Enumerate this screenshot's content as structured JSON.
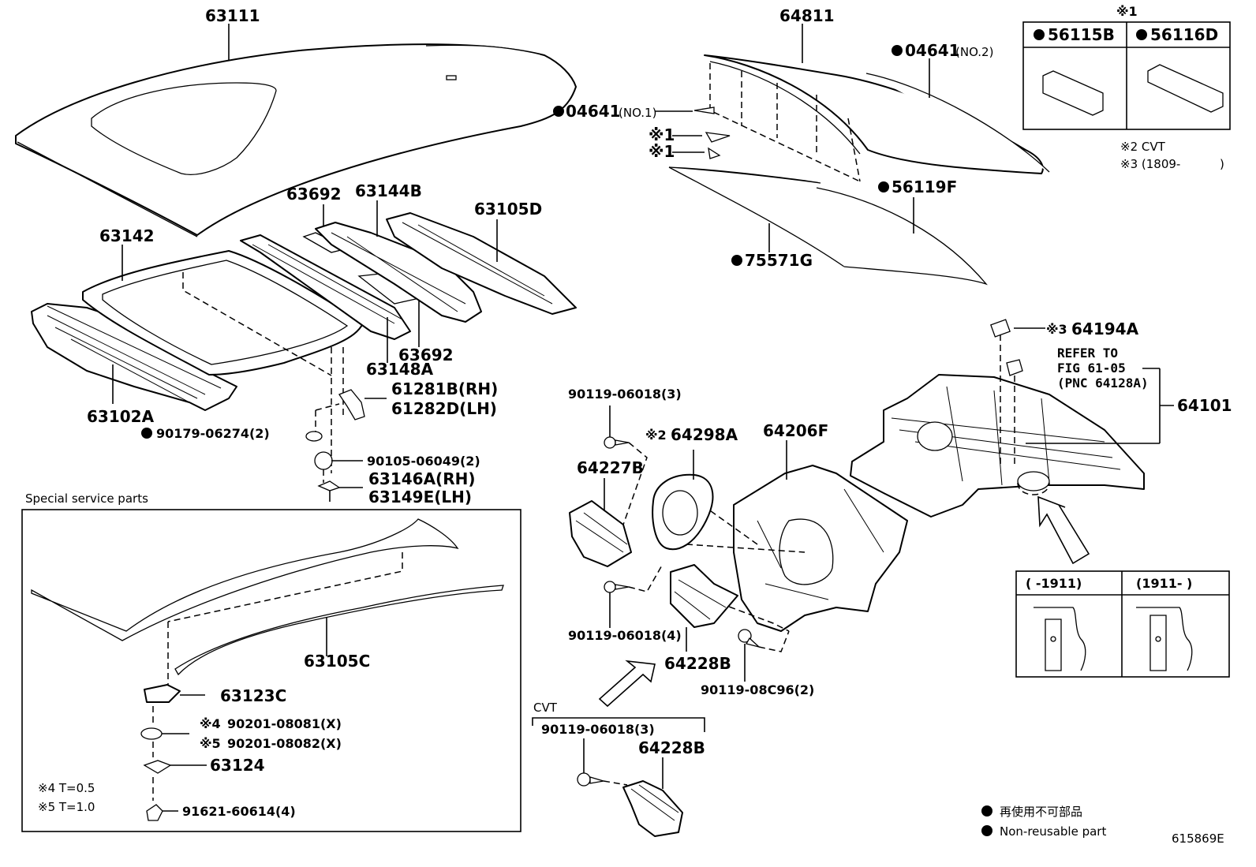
{
  "labels": {
    "p63111": "63111",
    "p64811": "64811",
    "p04641_no2": "04641",
    "p04641_no2_suffix": "(NO.2)",
    "p04641_no1": "04641",
    "p04641_no1_suffix": "(NO.1)",
    "mark1a": "※1",
    "mark1b": "※1",
    "p56119f": "56119F",
    "p75571g": "75571G",
    "p63692_top": "63692",
    "p63144b": "63144B",
    "p63105d": "63105D",
    "p63142": "63142",
    "p63692_bot": "63692",
    "p63148a": "63148A",
    "p63102a": "63102A",
    "p61281b": "61281B(RH)",
    "p61282d": "61282D(LH)",
    "p90179": "90179-06274(2)",
    "p90105": "90105-06049(2)",
    "p63146a": "63146A(RH)",
    "p63149e": "63149E(LH)",
    "p64194a": "64194A",
    "mark3": "※3",
    "refer1": "REFER TO",
    "refer2": "FIG 61-05",
    "refer3": "(PNC 64128A)",
    "p64101": "64101",
    "p90119_3_top": "90119-06018(3)",
    "mark2": "※2",
    "p64298a": "64298A",
    "p64206f": "64206F",
    "p64227b": "64227B",
    "p90119_4": "90119-06018(4)",
    "p64228b": "64228B",
    "p90119_08c96": "90119-08C96(2)",
    "cvt_title": "CVT",
    "cvt_p90119": "90119-06018(3)",
    "cvt_p64228b": "64228B",
    "ssp_title": "Special service parts",
    "p63105c": "63105C",
    "p63123c": "63123C",
    "p90201_08081": "90201-08081(X)",
    "mark4": "※4",
    "p90201_08082": "90201-08082(X)",
    "mark5": "※5",
    "p63124": "63124",
    "p91621": "91621-60614(4)",
    "note4": "※4 T=0.5",
    "note5": "※5 T=1.0"
  },
  "inset_top": {
    "mark": "※1",
    "col1": "56115B",
    "col2": "56116D"
  },
  "notes": {
    "cvt": "※2 CVT",
    "n3": "※3 (1809-",
    "n3_close": ")"
  },
  "inset_bottom": {
    "col1": "(    -1911)",
    "col2": "(1911-    )"
  },
  "legend": {
    "jp": "再使用不可部品",
    "en": "Non-reusable part"
  },
  "figure_number": "615869E"
}
